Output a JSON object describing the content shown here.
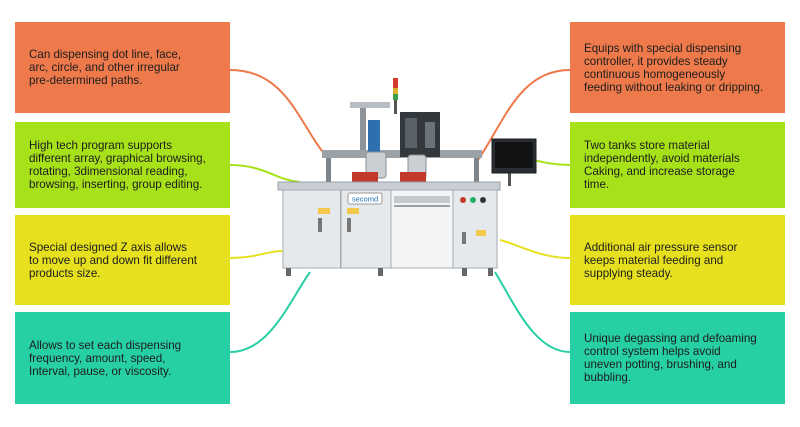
{
  "colors": {
    "orange": "#ee7a4b",
    "lime": "#a6e11a",
    "yellow": "#e6e01f",
    "teal": "#27cfa4"
  },
  "machine": {
    "brand_badge": "secomd"
  },
  "features": {
    "left": [
      {
        "color": "orange",
        "lines": [
          "Can dispensing dot line, face,",
          "arc, circle, and other irregular",
          "pre-determined paths."
        ]
      },
      {
        "color": "lime",
        "lines": [
          "High tech program supports",
          "different array, graphical browsing,",
          "rotating, 3dimensional reading,",
          "browsing, inserting, group editing."
        ]
      },
      {
        "color": "yellow",
        "lines": [
          "Special designed Z axis allows",
          "to move up and down fit different",
          "products size."
        ]
      },
      {
        "color": "teal",
        "lines": [
          "Allows to set each dispensing",
          "frequency, amount, speed,",
          "Interval, pause, or viscosity."
        ]
      }
    ],
    "right": [
      {
        "color": "orange",
        "lines": [
          "Equips with special dispensing",
          "controller, it provides steady",
          "continuous homogeneously",
          "feeding without leaking or dripping."
        ]
      },
      {
        "color": "lime",
        "lines": [
          "Two tanks store material",
          "independently, avoid materials",
          "Caking, and increase storage",
          "time."
        ]
      },
      {
        "color": "yellow",
        "lines": [
          "Additional air pressure sensor",
          "keeps material feeding and",
          "supplying steady."
        ]
      },
      {
        "color": "teal",
        "lines": [
          "Unique degassing and defoaming",
          "control system helps avoid",
          "uneven potting, brushing, and",
          "bubbling."
        ]
      }
    ]
  }
}
